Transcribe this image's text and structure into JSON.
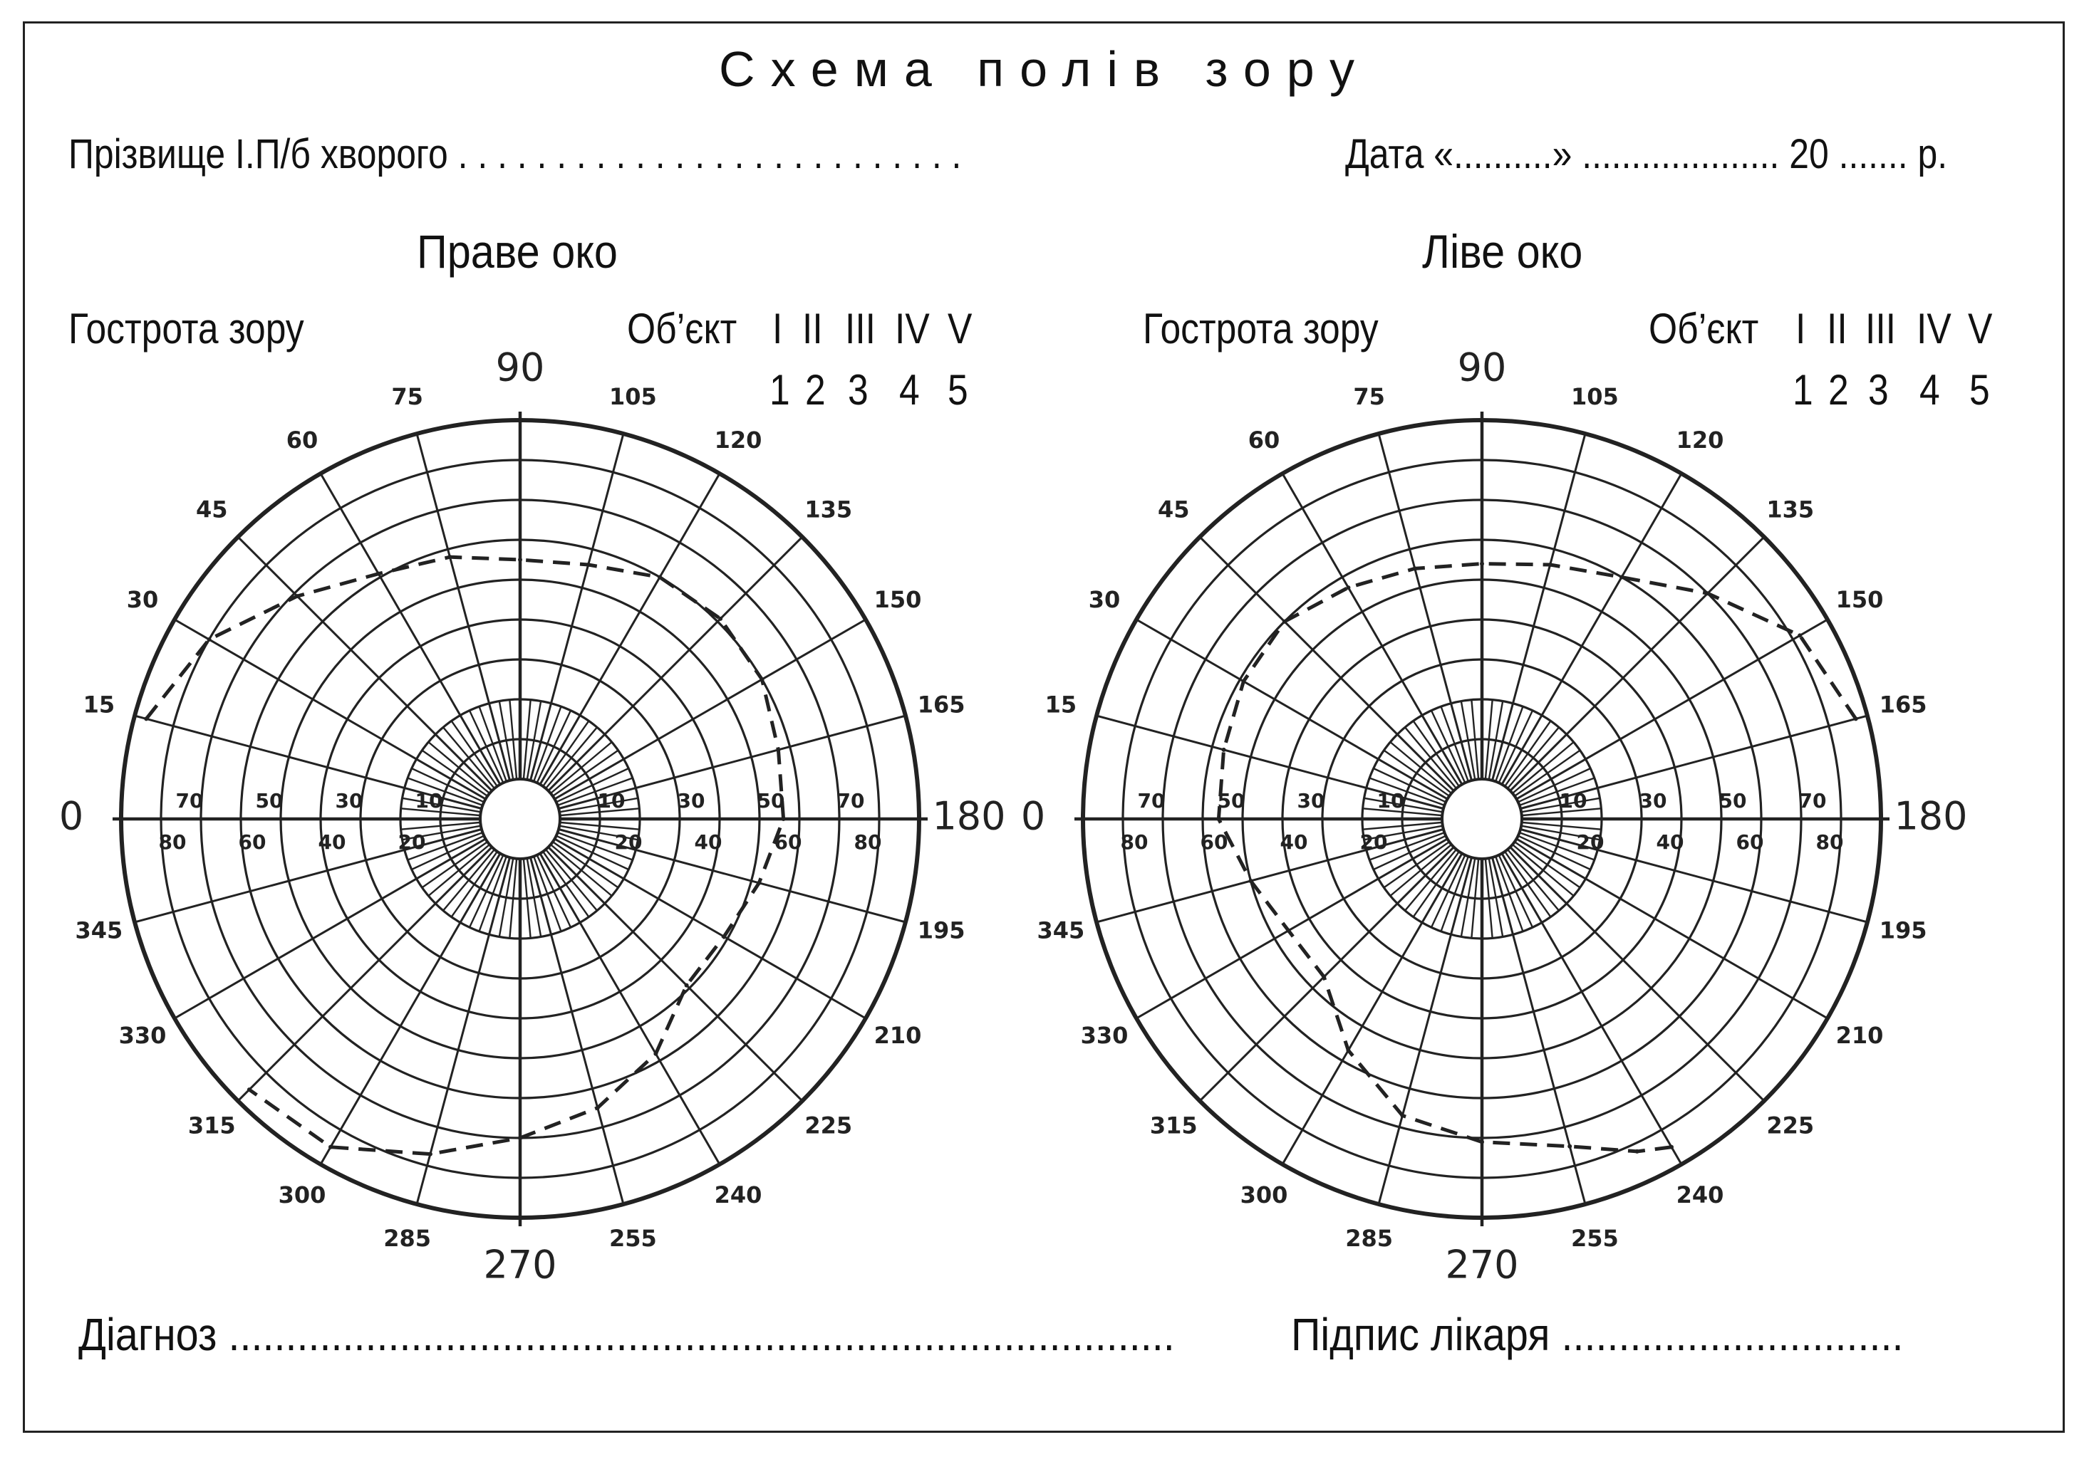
{
  "header": {
    "title": "Схема полів зору",
    "patient_label": "Прізвище І.П/б хворого . . . . . . . . . . . . . . . . . . . . . . . . . .",
    "date_label": "Дата «..........» .................... 20 ....... р."
  },
  "right_eye": {
    "heading": "Праве око",
    "acuity_label": "Гострота зору",
    "object_label": "Об’єкт",
    "roman": [
      "I",
      "II",
      "III",
      "IV",
      "V"
    ],
    "arabic": [
      "1",
      "2",
      "3",
      "4",
      "5"
    ]
  },
  "left_eye": {
    "heading": "Ліве око",
    "acuity_label": "Гострота зору",
    "object_label": "Об’єкт",
    "roman": [
      "I",
      "II",
      "III",
      "IV",
      "V"
    ],
    "arabic": [
      "1",
      "2",
      "3",
      "4",
      "5"
    ]
  },
  "footer": {
    "diagnosis_label": "Діагноз ...................................................................................",
    "signature_label": "Підпис лікаря .............................."
  },
  "perimetry": {
    "meridian_labels": [
      "0",
      "15",
      "30",
      "45",
      "60",
      "75",
      "90",
      "105",
      "120",
      "135",
      "150",
      "165",
      "180",
      "195",
      "210",
      "225",
      "240",
      "255",
      "270",
      "285",
      "300",
      "315",
      "330",
      "345"
    ],
    "major_labels": [
      "0",
      "90",
      "180",
      "270"
    ],
    "upper_ring_labels": [
      "10",
      "30",
      "50",
      "70"
    ],
    "lower_ring_labels": [
      "20",
      "40",
      "60",
      "80"
    ],
    "ring_step_deg": 10,
    "max_ring_deg": 90,
    "meridian_step_deg": 15
  },
  "chart_data": [
    {
      "type": "polar",
      "chart": "right-eye-field",
      "r_unit": "degrees from fixation",
      "theta_unit": "meridian degrees",
      "series": [
        {
          "style": "dashed",
          "points": [
            {
              "theta": 15,
              "r": 87
            },
            {
              "theta": 30,
              "r": 80
            },
            {
              "theta": 45,
              "r": 69
            },
            {
              "theta": 60,
              "r": 61
            },
            {
              "theta": 75,
              "r": 58
            },
            {
              "theta": 90,
              "r": 55
            },
            {
              "theta": 105,
              "r": 56
            },
            {
              "theta": 120,
              "r": 60
            },
            {
              "theta": 135,
              "r": 61
            },
            {
              "theta": 150,
              "r": 60
            },
            {
              "theta": 165,
              "r": 57
            },
            {
              "theta": 180,
              "r": 56
            },
            {
              "theta": 195,
              "r": 52
            },
            {
              "theta": 210,
              "r": 49
            },
            {
              "theta": 225,
              "r": 49
            },
            {
              "theta": 240,
              "r": 58
            },
            {
              "theta": 255,
              "r": 65
            },
            {
              "theta": 270,
              "r": 70
            },
            {
              "theta": 285,
              "r": 77
            },
            {
              "theta": 300,
              "r": 85
            },
            {
              "theta": 315,
              "r": 86
            }
          ]
        }
      ]
    },
    {
      "type": "polar",
      "chart": "left-eye-field",
      "r_unit": "degrees from fixation",
      "theta_unit": "meridian degrees",
      "series": [
        {
          "style": "dashed",
          "points": [
            {
              "theta": 165,
              "r": 87
            },
            {
              "theta": 150,
              "r": 82
            },
            {
              "theta": 135,
              "r": 70
            },
            {
              "theta": 120,
              "r": 60
            },
            {
              "theta": 105,
              "r": 56
            },
            {
              "theta": 90,
              "r": 54
            },
            {
              "theta": 75,
              "r": 55
            },
            {
              "theta": 60,
              "r": 57
            },
            {
              "theta": 45,
              "r": 60
            },
            {
              "theta": 30,
              "r": 59
            },
            {
              "theta": 15,
              "r": 57
            },
            {
              "theta": 0,
              "r": 56
            },
            {
              "theta": 345,
              "r": 50
            },
            {
              "theta": 330,
              "r": 46
            },
            {
              "theta": 315,
              "r": 46
            },
            {
              "theta": 300,
              "r": 57
            },
            {
              "theta": 285,
              "r": 67
            },
            {
              "theta": 270,
              "r": 71
            },
            {
              "theta": 255,
              "r": 75
            },
            {
              "theta": 245,
              "r": 82
            },
            {
              "theta": 240,
              "r": 85
            }
          ]
        }
      ]
    }
  ]
}
